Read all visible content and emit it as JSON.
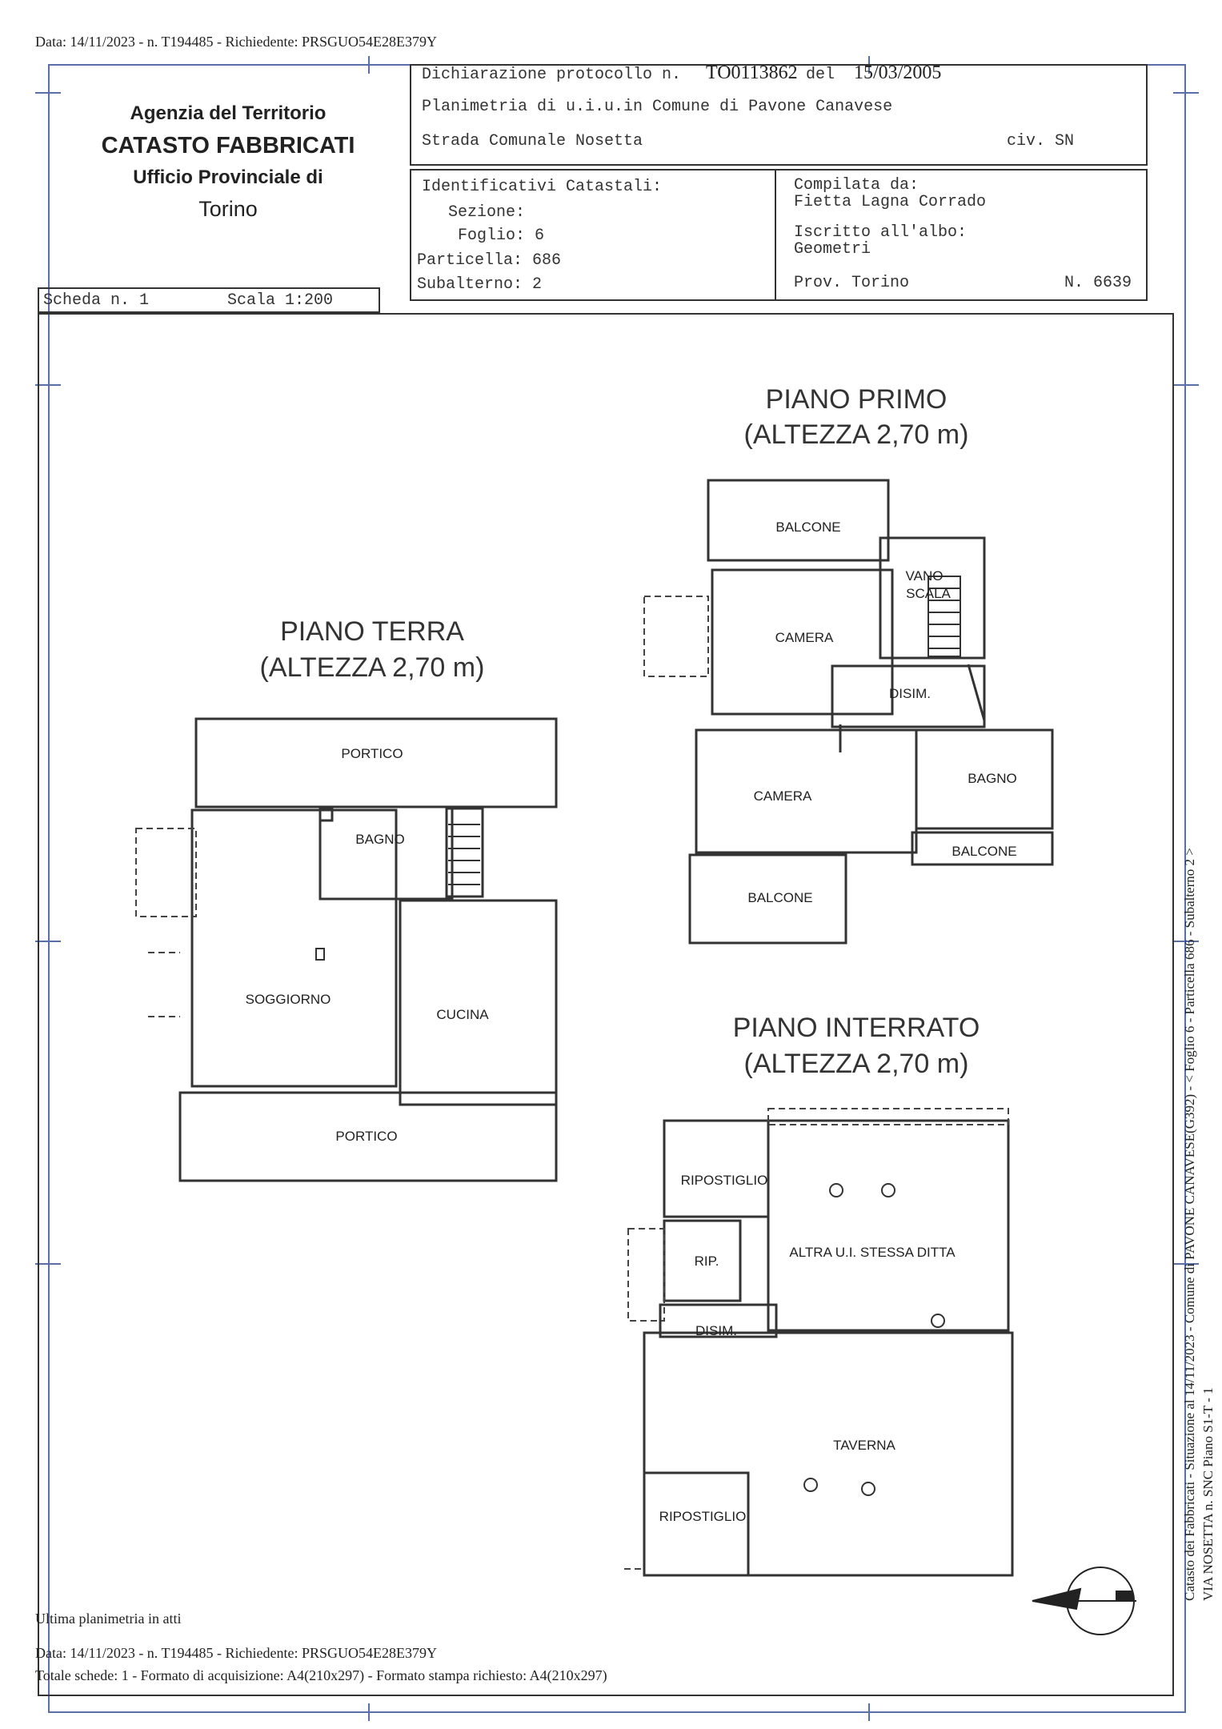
{
  "header_line": "Data: 14/11/2023 - n. T194485 - Richiedente: PRSGUO54E28E379Y",
  "agency": {
    "line1": "Agenzia del Territorio",
    "line2": "CATASTO FABBRICATI",
    "line3": "Ufficio Provinciale di",
    "line4": "Torino"
  },
  "declaration": {
    "protocol_label": "Dichiarazione protocollo n.",
    "protocol_number": "TO0113862",
    "del_label": "del",
    "date": "15/03/2005",
    "planimetry": "Planimetria di u.i.u.in Comune di Pavone Canavese",
    "address": "Strada Comunale Nosetta",
    "civic": "civ. SN"
  },
  "identifiers": {
    "title": "Identificativi Catastali:",
    "sezione": "Sezione:",
    "foglio": "Foglio: 6",
    "particella": "Particella: 686",
    "subalterno": "Subalterno: 2"
  },
  "compiler": {
    "label": "Compilata da:",
    "name": "Fietta Lagna Corrado",
    "albo_label": "Iscritto all'albo:",
    "albo": "Geometri",
    "prov": "Prov. Torino",
    "number": "N.  6639"
  },
  "scheda": {
    "label": "Scheda n. 1",
    "scale": "Scala 1:200"
  },
  "floors": {
    "primo": {
      "title1": "PIANO PRIMO",
      "title2": "(ALTEZZA 2,70 m)",
      "rooms": {
        "balcone_top": "BALCONE",
        "vano_scala_1": "VANO",
        "vano_scala_2": "SCALA",
        "camera1": "CAMERA",
        "disim": "DISIM.",
        "camera2": "CAMERA",
        "bagno": "BAGNO",
        "balcone_right": "BALCONE",
        "balcone_bottom": "BALCONE"
      }
    },
    "terra": {
      "title1": "PIANO TERRA",
      "title2": "(ALTEZZA 2,70 m)",
      "rooms": {
        "portico_top": "PORTICO",
        "bagno": "BAGNO",
        "soggiorno": "SOGGIORNO",
        "cucina": "CUCINA",
        "portico_bottom": "PORTICO"
      }
    },
    "interrato": {
      "title1": "PIANO INTERRATO",
      "title2": "(ALTEZZA 2,70 m)",
      "rooms": {
        "ripostiglio1": "RIPOSTIGLIO",
        "altra": "ALTRA U.I. STESSA DITTA",
        "rip": "RIP.",
        "disim": "DISIM.",
        "taverna": "TAVERNA",
        "ripostiglio2": "RIPOSTIGLIO"
      }
    }
  },
  "footer": {
    "ultima": "Ultima planimetria in atti",
    "data_line": "Data: 14/11/2023 - n. T194485 - Richiedente: PRSGUO54E28E379Y",
    "totale_line": "Totale schede: 1 - Formato di acquisizione: A4(210x297)  - Formato stampa richiesto: A4(210x297)"
  },
  "side_text": {
    "line1": "Catasto dei Fabbricati - Situazione al 14/11/2023 - Comune di PAVONE CANAVESE(G392) - < Foglio 6 - Particella 686 - Subalterno 2 >",
    "line2": "VIA NOSETTA n. SNC Piano S1-T - 1"
  },
  "colors": {
    "frame": "#5a6fa8",
    "ink": "#333333"
  }
}
